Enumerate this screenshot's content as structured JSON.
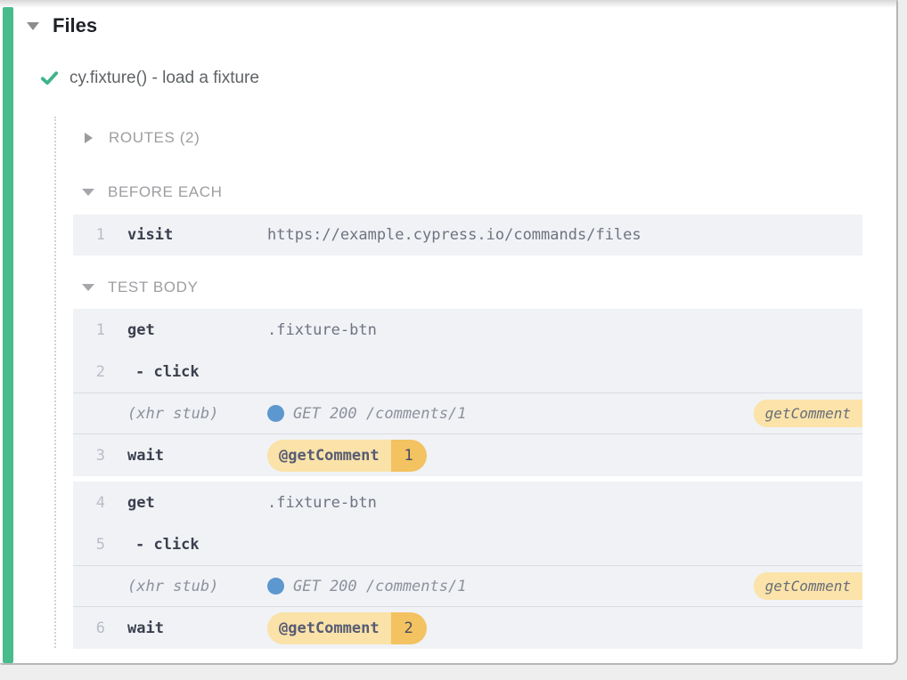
{
  "colors": {
    "pass_green": "#4abb8b",
    "check_green": "#3db487",
    "row_bg": "#f0f2f5",
    "badge_light": "#fae2a8",
    "badge_dark": "#f3c261",
    "xhr_badge_bg": "#fbe3a9",
    "xhr_dot_blue": "#5d97cf",
    "separator": "#d9dce1"
  },
  "icons": {
    "suite_caret": "caret-down-icon",
    "routes_caret": "caret-right-icon",
    "section_caret": "caret-down-icon",
    "test_status": "check-icon",
    "xhr_indicator": "circle-icon"
  },
  "suite_header": {
    "title": "Files"
  },
  "test": {
    "title": "cy.fixture() - load a fixture",
    "status": "passed"
  },
  "routes_header": {
    "label": "ROUTES (2)"
  },
  "before_each": {
    "label": "BEFORE EACH",
    "commands": [
      {
        "num": "1",
        "name": "visit",
        "message": "https://example.cypress.io/commands/files"
      }
    ]
  },
  "test_body": {
    "label": "TEST BODY",
    "rows": [
      {
        "type": "command",
        "num": "1",
        "name": "get",
        "message": ".fixture-btn"
      },
      {
        "type": "child-command",
        "num": "2",
        "name": "- click",
        "message": ""
      },
      {
        "type": "xhr",
        "label": "(xhr stub)",
        "message": "GET 200 /comments/1",
        "alias": "getComment"
      },
      {
        "type": "wait",
        "num": "3",
        "name": "wait",
        "alias": "@getComment",
        "count": "1"
      },
      {
        "type": "command",
        "num": "4",
        "name": "get",
        "message": ".fixture-btn"
      },
      {
        "type": "child-command",
        "num": "5",
        "name": "- click",
        "message": ""
      },
      {
        "type": "xhr",
        "label": "(xhr stub)",
        "message": "GET 200 /comments/1",
        "alias": "getComment"
      },
      {
        "type": "wait",
        "num": "6",
        "name": "wait",
        "alias": "@getComment",
        "count": "2"
      }
    ]
  }
}
